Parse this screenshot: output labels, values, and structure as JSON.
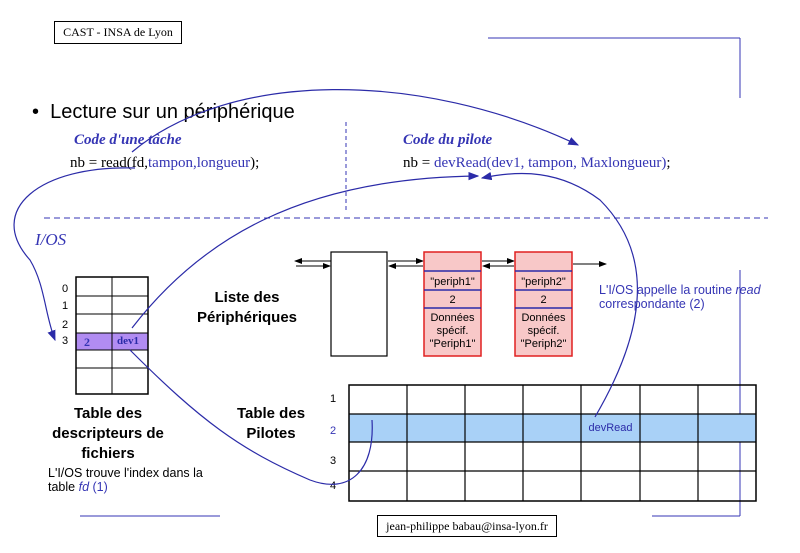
{
  "header": {
    "label": "CAST - INSA de Lyon"
  },
  "footer": {
    "label": "jean-philippe babau@insa-lyon.fr"
  },
  "slide": {
    "bullet": "Lecture sur un périphérique",
    "task_label": "Code d'une tâche",
    "driver_label": "Code du pilote",
    "task_code_prefix": "nb = read(fd,",
    "task_code_args": "tampon,longueur",
    "task_code_suffix": ");",
    "driver_code_prefix": "nb = ",
    "driver_code_call": "devRead(dev1, tampon, Maxlongueur)",
    "driver_code_suffix": ";",
    "ios_label": "I/OS"
  },
  "fd_table": {
    "indices": [
      "0",
      "1",
      "2",
      "3"
    ],
    "row3_value": "2",
    "row3_dev": "dev1",
    "title": "Table des descripteurs de fichiers",
    "note_line1": "L'I/OS trouve l'index dans la",
    "note_line2_prefix": "table ",
    "note_line2_fd": "fd",
    "note_line2_ref": " (1)"
  },
  "device_list": {
    "title": "Liste des Périphériques",
    "devices": [
      {
        "name": "\"periph1\"",
        "index": "2",
        "data_line1": "Données",
        "data_line2": "spécif.",
        "data_line3": "\"Periph1\""
      },
      {
        "name": "\"periph2\"",
        "index": "2",
        "data_line1": "Données",
        "data_line2": "spécif.",
        "data_line3": "\"Periph2\""
      }
    ],
    "note_line1_prefix": "L'I/OS appelle la routine ",
    "note_line1_italic": "read",
    "note_line2": "correspondante (2)"
  },
  "driver_table": {
    "title": "Table des Pilotes",
    "row_indices": [
      "1",
      "2",
      "3",
      "4"
    ],
    "highlight_row": 2,
    "highlight_cell": "devRead"
  },
  "colors": {
    "arrow_blue": "#2b2ba8",
    "highlight_purple": "#b18cf2",
    "highlight_blue": "#a9d1f7",
    "device_fill": "#f8c8c8",
    "device_border": "#e02020"
  }
}
